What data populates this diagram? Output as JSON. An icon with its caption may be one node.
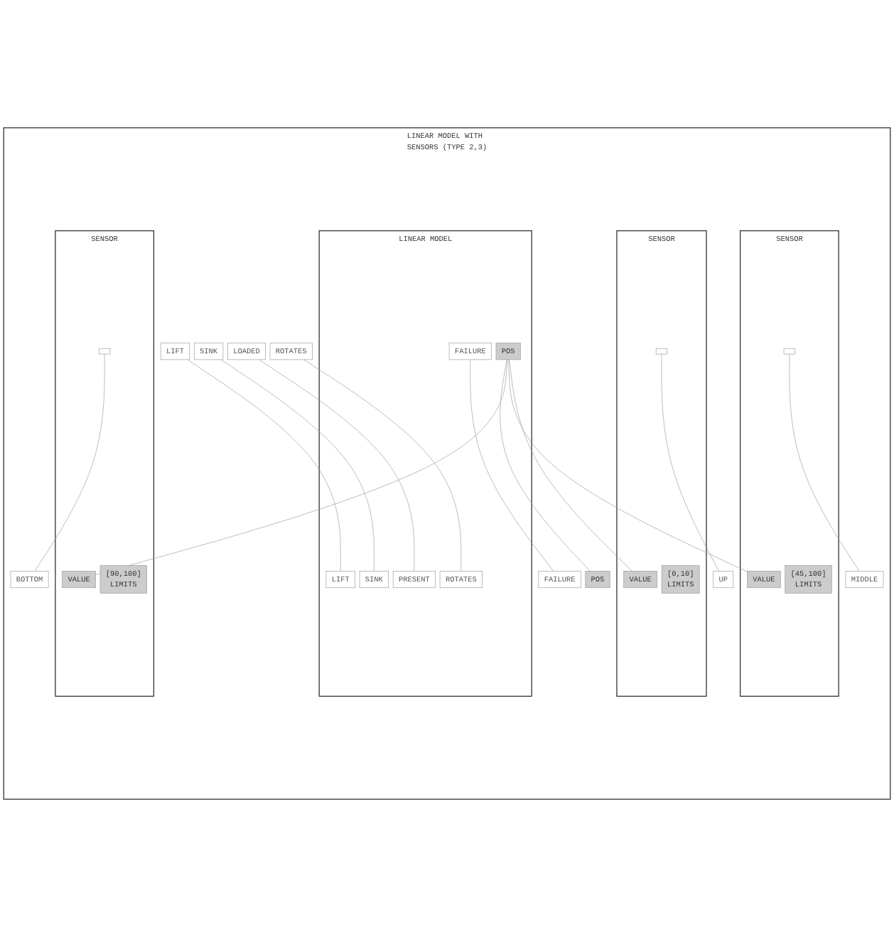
{
  "diagram": {
    "nodes": [
      {
        "text": [
          "LINEAR MODEL WITH SENSORS (TYPE 2,3)"
        ]
      },
      {
        "text": [
          "LIFT"
        ],
        "in": 0
      },
      {
        "text": [
          "SINK"
        ],
        "in": 0
      },
      {
        "text": [
          "LOADED"
        ],
        "in": 0
      },
      {
        "text": [
          "ROTATES"
        ],
        "in": 0
      },
      {
        "text": [
          "FAILURE"
        ],
        "in": 0
      },
      {
        "text": [
          "UP"
        ],
        "in": 0
      },
      {
        "text": [
          "MIDDLE"
        ],
        "in": 0
      },
      {
        "text": [
          "BOTTOM"
        ],
        "in": 0
      },
      {
        "text": [
          "POS"
        ],
        "in": 0
      },
      {
        "text": [
          "LINEAR MODEL"
        ],
        "in": 0
      },
      {
        "text": [
          "LIFT"
        ],
        "in": 10
      },
      {
        "text": [
          "SINK"
        ],
        "in": 10
      },
      {
        "text": [
          "PRESENT"
        ],
        "in": 10
      },
      {
        "text": [
          "ROTATES"
        ],
        "in": 10
      },
      {
        "text": [
          "FAILURE"
        ],
        "in": 10
      },
      {
        "text": [
          "POS"
        ],
        "in": 10
      },
      {
        "text": [
          "SENSOR"
        ],
        "in": 0
      },
      {
        "text": [
          "VALUE"
        ],
        "in": 17
      },
      {
        "text": [
          "[0,10]",
          "LIMITS"
        ],
        "in": 17
      },
      {
        "text": [],
        "shape": "box",
        "in": 17
      },
      {
        "text": [
          "SENSOR"
        ],
        "in": 0
      },
      {
        "text": [
          "VALUE"
        ],
        "in": 21
      },
      {
        "text": [
          "[45,100]",
          "LIMITS"
        ],
        "in": 21
      },
      {
        "text": [],
        "shape": "box",
        "in": 21
      },
      {
        "text": [
          "SENSOR"
        ],
        "in": 0
      },
      {
        "text": [
          "VALUE"
        ],
        "in": 25
      },
      {
        "text": [
          "[90,100]",
          "LIMITS"
        ],
        "in": 25
      },
      {
        "text": [],
        "shape": "box",
        "in": 25
      }
    ],
    "edges": [
      {
        "from": 1,
        "to": 11,
        "arrow": "none"
      },
      {
        "from": 2,
        "to": 12,
        "arrow": "none"
      },
      {
        "from": 3,
        "to": 13,
        "arrow": "none"
      },
      {
        "from": 4,
        "to": 14,
        "arrow": "none"
      },
      {
        "from": 15,
        "to": 5,
        "arrow": "none"
      },
      {
        "from": 16,
        "to": 18,
        "arrow": "none"
      },
      {
        "from": 16,
        "to": 22,
        "arrow": "none"
      },
      {
        "from": 16,
        "to": 26,
        "arrow": "none"
      },
      {
        "from": 16,
        "to": 9,
        "arrow": "none"
      },
      {
        "from": 20,
        "to": 6,
        "arrow": "none"
      },
      {
        "from": 24,
        "to": 7,
        "arrow": "none"
      },
      {
        "from": 28,
        "to": 8,
        "arrow": "none"
      }
    ]
  }
}
